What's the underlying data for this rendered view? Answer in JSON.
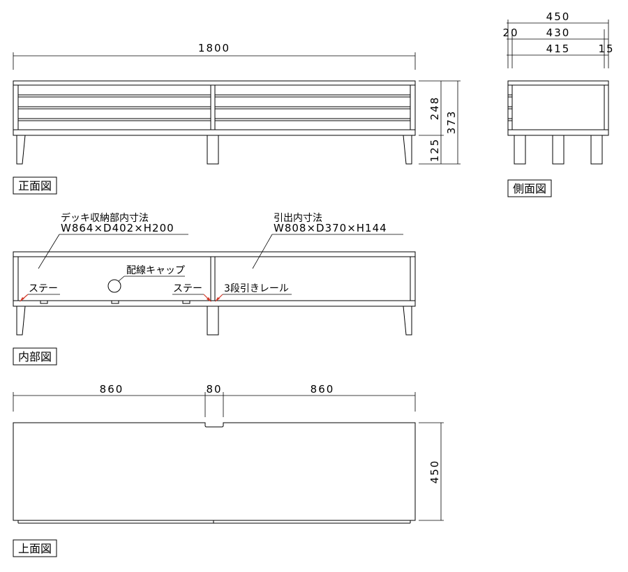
{
  "views": {
    "front": {
      "title": "正面図"
    },
    "side": {
      "title": "側面図"
    },
    "interior": {
      "title": "内部図"
    },
    "top": {
      "title": "上面図"
    }
  },
  "dimensions": {
    "front_width": "1800",
    "front_body_height": "248",
    "front_total_height": "373",
    "front_leg_height": "125",
    "side_depth": "450",
    "side_offset": "20",
    "side_inner": "430",
    "side_drawer": "415",
    "side_gap": "15",
    "top_left": "860",
    "top_center": "80",
    "top_right": "860",
    "top_depth": "450"
  },
  "annotations": {
    "deck_title": "デッキ収納部内寸法",
    "deck_dims": "W864×D402×H200",
    "drawer_title": "引出内寸法",
    "drawer_dims": "W808×D370×H144",
    "cable_cap": "配線キャップ",
    "stay_left": "ステー",
    "stay_right": "ステー",
    "rail": "3段引きレール"
  },
  "colors": {
    "line": "#000000",
    "accent": "#d23a2a"
  }
}
